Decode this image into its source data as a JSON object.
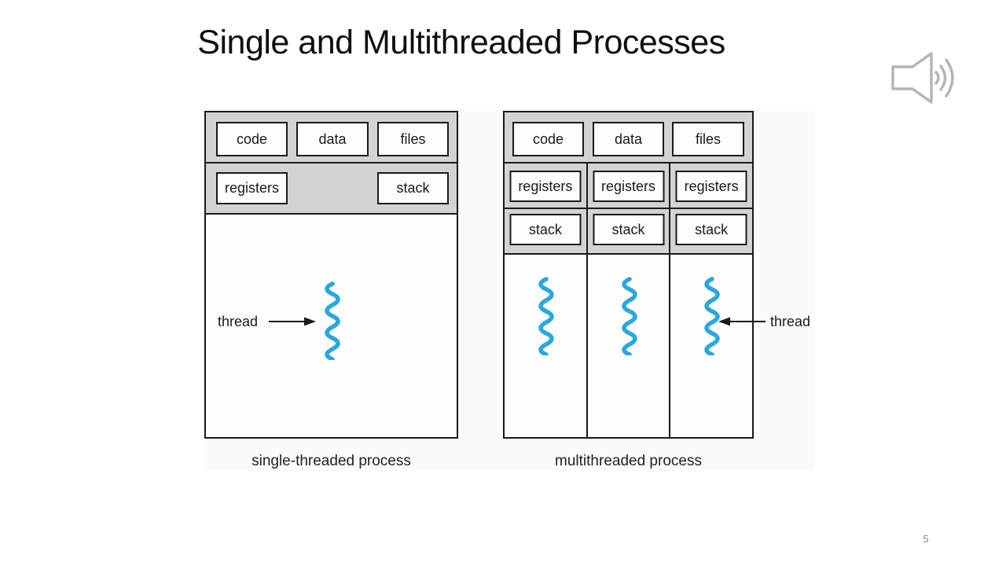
{
  "slide": {
    "title": "Single and Multithreaded Processes",
    "page_number": "5"
  },
  "audio": {
    "icon": "speaker-with-sound-waves-icon"
  },
  "figure": {
    "colors": {
      "band_gray": "#d3d3d3",
      "box_border": "#1a1a1a",
      "thread_squiggle": "#2aa8de"
    },
    "left": {
      "caption": "single-threaded process",
      "top_row": [
        "code",
        "data",
        "files"
      ],
      "registers_label": "registers",
      "stack_label": "stack",
      "thread_label": "thread"
    },
    "right": {
      "caption": "multithreaded process",
      "top_row": [
        "code",
        "data",
        "files"
      ],
      "columns": [
        {
          "registers": "registers",
          "stack": "stack"
        },
        {
          "registers": "registers",
          "stack": "stack"
        },
        {
          "registers": "registers",
          "stack": "stack"
        }
      ],
      "thread_label": "thread"
    }
  }
}
